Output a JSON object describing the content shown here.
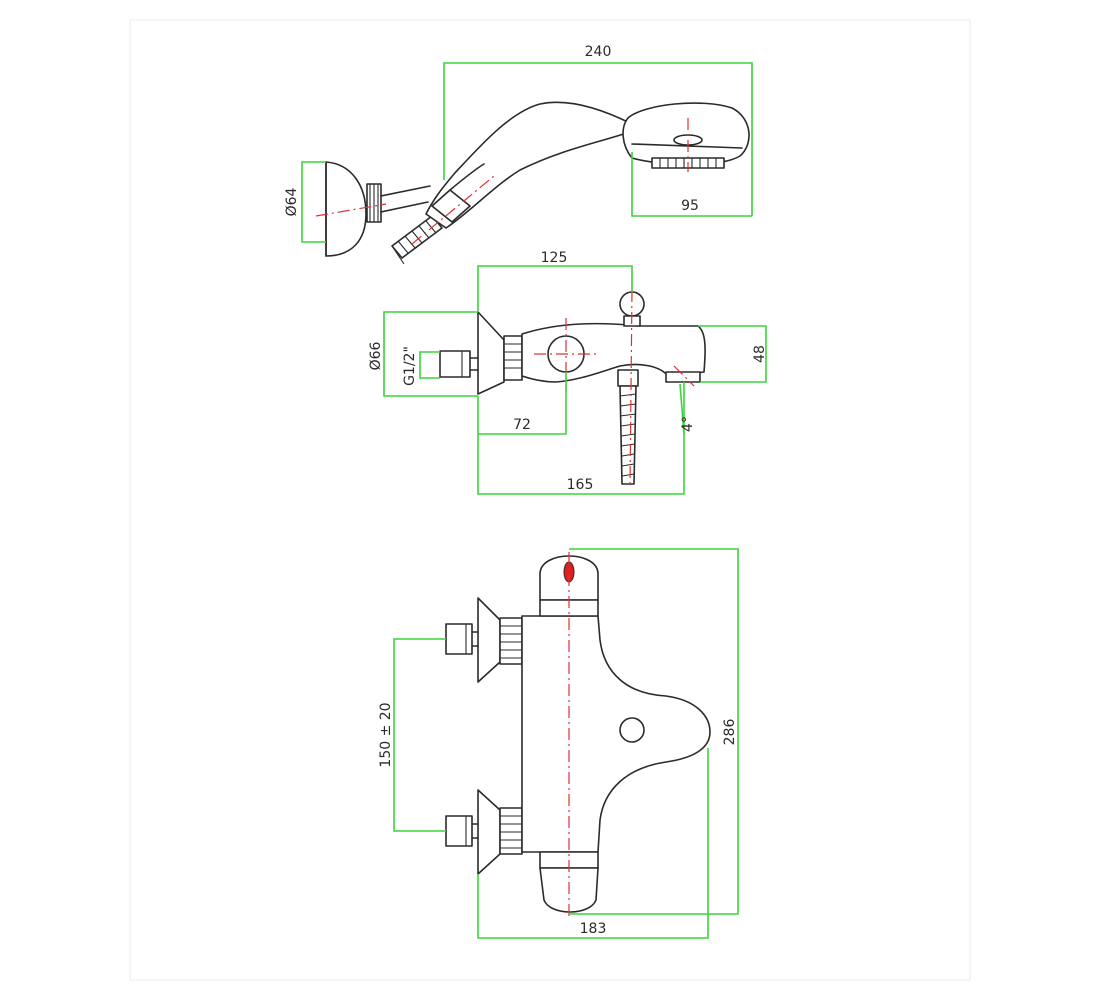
{
  "colors": {
    "dimension_line": "#3cd43c",
    "center_line": "#e03030",
    "outline": "#2b2b2b",
    "hot_marker": "#e02020"
  },
  "views": {
    "hand_shower": {
      "dims": {
        "length": "240",
        "head_width": "95",
        "holder_diameter": "Ø64"
      }
    },
    "side_view": {
      "dims": {
        "depth": "125",
        "flange_diameter": "Ø66",
        "inlet_thread": "G1/2\"",
        "spout_height": "48",
        "axis_offset": "72",
        "spout_projection": "165",
        "spout_angle": "4°"
      }
    },
    "front_view": {
      "dims": {
        "inlet_spacing": "150 ± 20",
        "height": "286",
        "width": "183"
      }
    }
  }
}
